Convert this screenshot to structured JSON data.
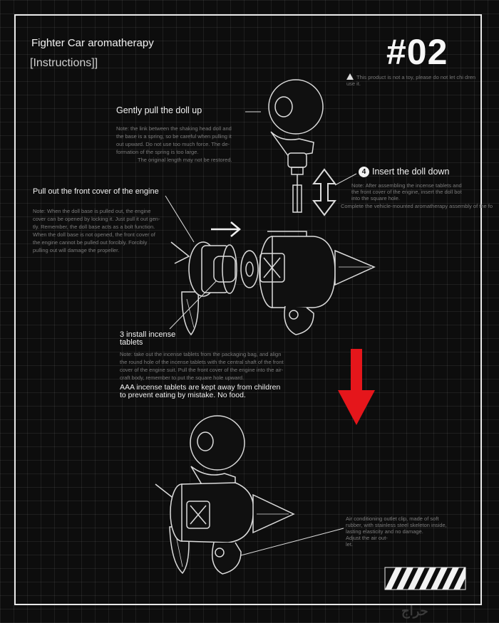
{
  "header": {
    "title": "Fighter Car aromatherapy",
    "subtitle": "[Instructions]]",
    "step_number": "#02",
    "warning": "This product is not a toy, please do not let chi dren use it."
  },
  "steps": {
    "pull_doll": {
      "heading": "Gently pull the doll up",
      "note_lines": [
        "Note: the link between the shaking head doll and",
        "the base is a spring, so be careful when pulling it",
        "out upward. Do not use too much force. The de-",
        "formation of the spring is too large.",
        "The original length may not be restored."
      ]
    },
    "insert_doll": {
      "number": "4",
      "heading": "Insert the doll down",
      "note_lines": [
        "Note: After assembling the incense tablets and",
        "the front cover of the engine, insert the doll bot",
        "into the square hole.",
        "Complete the vehicle-mounted aromatherapy assembly of the fo"
      ]
    },
    "front_cover": {
      "heading": "Pull out the front cover of the engine",
      "note_lines": [
        "Note: When the doll base is pulled out, the engine",
        "cover can be opened by locking it. Just pull it out gen-",
        "tly. Remember, the doll base acts as a bolt function.",
        "When the doll base is not opened, the front cover of",
        "the engine cannot be pulled out forcibly. Forcibly",
        "pulling out will damage the propeller."
      ]
    },
    "install_tablets": {
      "heading_lines": [
        "3 install incense",
        "tablets"
      ],
      "note_lines": [
        "Note: take out the incense tablets from the packaging bag, and align",
        "the round hole of the incense tablets with the central shaft of the front",
        "cover of the engine suit. Pull the front cover of the engine into the air-",
        "craft body, remember to put the square hole upward."
      ],
      "warning_lines": [
        "AAA incense tablets are kept away from children",
        "to prevent eating by mistake. No food."
      ]
    },
    "clip": {
      "note_lines": [
        "Air conditioning outlet clip, made of soft",
        "rubber, with stainless steel skeleton inside,",
        "lasting elasticity and no damage.",
        "Adjust the air out-",
        "let."
      ]
    }
  },
  "colors": {
    "accent_arrow": "#e5161b",
    "background": "#0d0d0d",
    "line": "#e9e9e9"
  },
  "watermark": "حراج"
}
